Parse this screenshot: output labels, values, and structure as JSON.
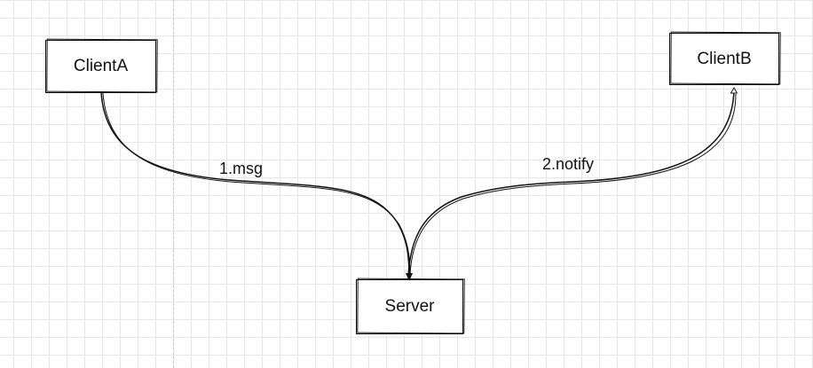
{
  "nodes": {
    "client_a": "ClientA",
    "client_b": "ClientB",
    "server": "Server"
  },
  "edges": {
    "msg_label": "1.msg",
    "notify_label": "2.notify"
  },
  "colors": {
    "stroke": "#111111",
    "grid": "#e6e6e6",
    "background": "#ffffff"
  }
}
